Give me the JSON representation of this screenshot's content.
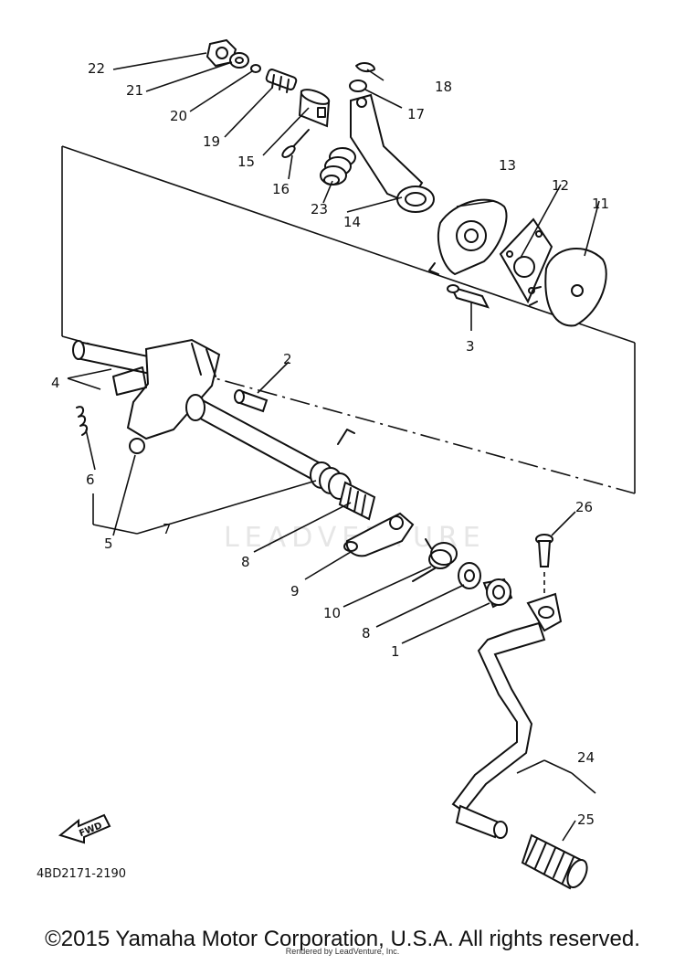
{
  "diagram": {
    "diagram_code": "4BD2171-2190",
    "fwd_label": "FWD",
    "watermark": "LEADVENTURE",
    "callouts": [
      "22",
      "21",
      "20",
      "19",
      "18",
      "17",
      "15",
      "16",
      "23",
      "14",
      "13",
      "12",
      "11",
      "3",
      "2",
      "4",
      "6",
      "5",
      "7",
      "8",
      "9",
      "10",
      "8",
      "1",
      "26",
      "24",
      "25"
    ]
  },
  "footer": {
    "copyright": "©2015 Yamaha Motor Corporation, U.S.A. All rights reserved.",
    "rendered_by": "Rendered by LeadVenture, Inc."
  }
}
